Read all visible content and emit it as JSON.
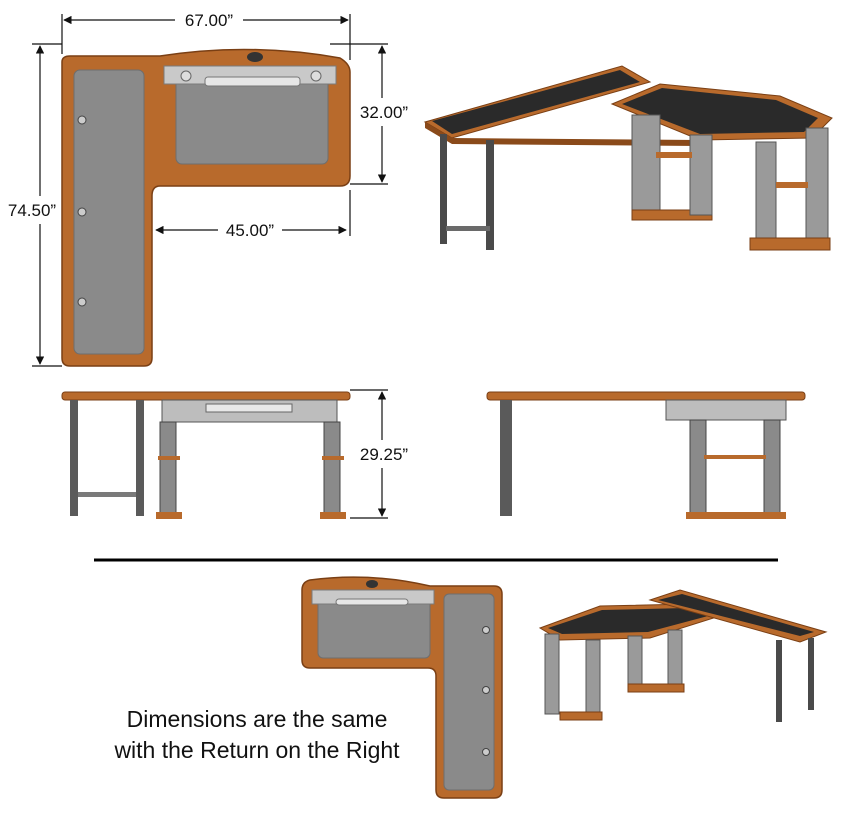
{
  "dimensions": {
    "overall_width": "67.00”",
    "main_depth": "32.00”",
    "overall_length": "74.50”",
    "inner_width": "45.00”",
    "height": "29.25”"
  },
  "caption": {
    "line1": "Dimensions are the same",
    "line2": "with the Return on the Right"
  },
  "colors": {
    "wood": "#b86a2c",
    "wood_dark": "#7a3f14",
    "top_surface": "#8a8a8a",
    "desk_surface": "#2a2a2a",
    "steel": "#9a9a9a"
  }
}
